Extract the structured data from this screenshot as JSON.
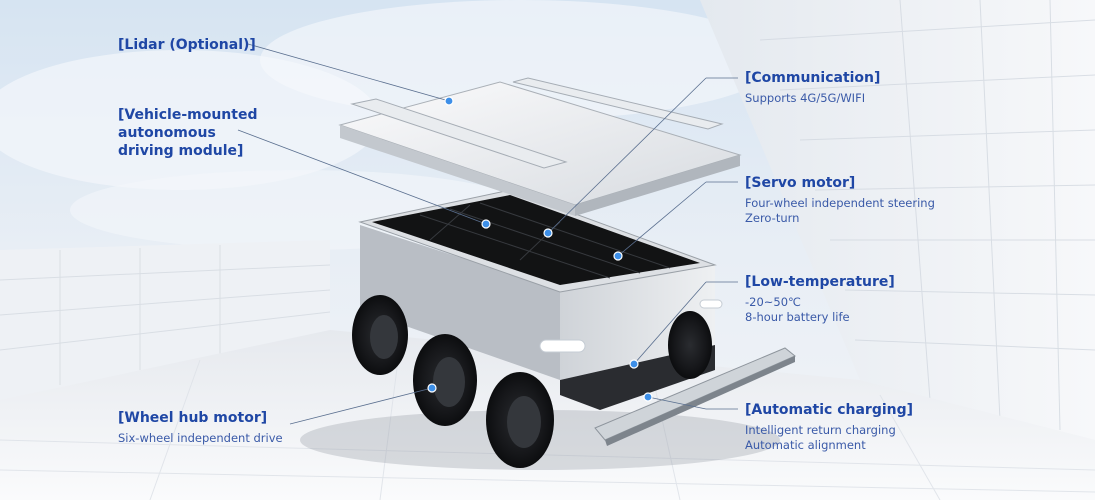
{
  "labels": {
    "lidar": {
      "title": "[Lidar (Optional)]"
    },
    "vehicle_module": {
      "title_lines": [
        "[Vehicle-mounted",
        "autonomous",
        "driving module]"
      ]
    },
    "wheel_hub": {
      "title": "[Wheel hub motor]",
      "desc": "Six-wheel independent drive"
    },
    "communication": {
      "title": "[Communication]",
      "desc": "Supports 4G/5G/WIFI"
    },
    "servo": {
      "title": "[Servo motor]",
      "desc_lines": [
        "Four-wheel independent steering",
        "Zero-turn"
      ]
    },
    "low_temp": {
      "title": "[Low-temperature]",
      "desc_lines": [
        "-20~50℃",
        "8-hour battery life"
      ]
    },
    "charging": {
      "title": "[Automatic charging]",
      "desc_lines": [
        "Intelligent return charging",
        "Automatic alignment"
      ]
    }
  },
  "colors": {
    "accent": "#1f47a5",
    "dot": "#3d8fe8",
    "leader": "#5a6f8f"
  }
}
